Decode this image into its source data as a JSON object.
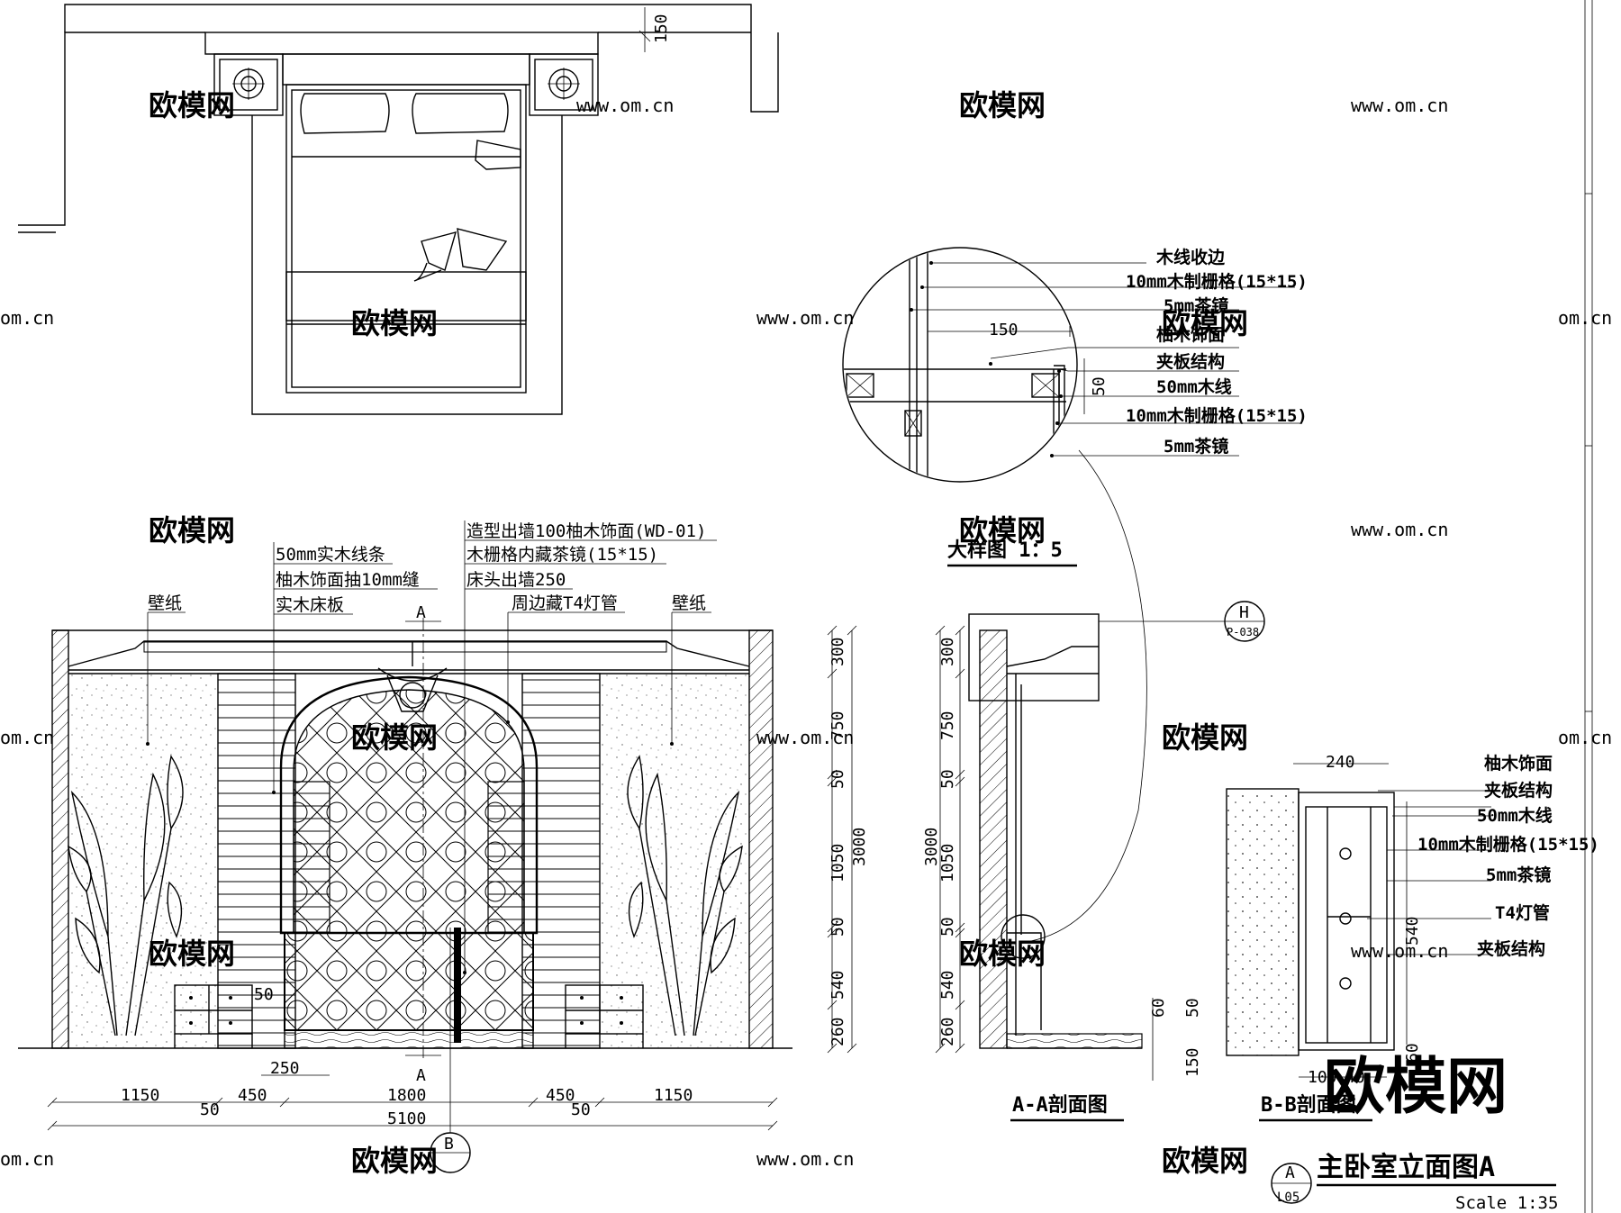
{
  "title": {
    "main": "主卧室立面图A",
    "scale": "Scale  1:35",
    "symbol_top": "A",
    "symbol_bottom": "L05"
  },
  "watermarks": {
    "logo": "欧模网",
    "url": "www.om.cn",
    "url_partial": "om.cn"
  },
  "elevation": {
    "labels": {
      "wallpaper_left": "壁纸",
      "wallpaper_right": "壁纸",
      "solid_wood_strip": "50mm实木线条",
      "teak_groove": "柚木饰面抽10mm缝",
      "solid_wood_board": "实木床板",
      "teak_wall": "造型出墙100柚木饰面(WD-01)",
      "grille_mirror": "木栅格内藏茶镜(15*15)",
      "bedhead": "床头出墙250",
      "t4_light": "周边藏T4灯管",
      "section_top": "A",
      "section_bottom": "A",
      "small_50": "50"
    },
    "dims_right": [
      "300",
      "750",
      "50",
      "1050",
      "50",
      "540",
      "260"
    ],
    "dim_total_height": "3000",
    "dims_bottom_row1": [
      "1150",
      "450",
      "1800",
      "450",
      "1150"
    ],
    "dims_bottom_row1_extra": [
      "50",
      "50"
    ],
    "dim_250": "250",
    "dim_total_width": "5100",
    "marker_b": "B"
  },
  "detail": {
    "title": "大样图 1：5",
    "dim_150": "150",
    "dim_50": "50",
    "labels": [
      "木线收边",
      "10mm木制栅格(15*15)",
      "5mm茶镜",
      "柚木饰面",
      "夹板结构",
      "50mm木线",
      "10mm木制栅格(15*15)",
      "5mm茶镜"
    ]
  },
  "section_aa": {
    "title": "A-A剖面图",
    "dims_left": [
      "300",
      "750",
      "50",
      "1050",
      "50",
      "540",
      "260"
    ],
    "dim_total": "3000",
    "dims_right": [
      "60",
      "50",
      "150"
    ],
    "ref_top": "H",
    "ref_bottom": "P-038"
  },
  "section_bb": {
    "title": "B-B剖面图",
    "dim_240": "240",
    "dim_540": "540",
    "dim_60": "60",
    "dim_100": "100",
    "dim_40": "40",
    "labels": [
      "柚木饰面",
      "夹板结构",
      "50mm木线",
      "10mm木制栅格(15*15)",
      "5mm茶镜",
      "T4灯管",
      "夹板结构"
    ]
  }
}
